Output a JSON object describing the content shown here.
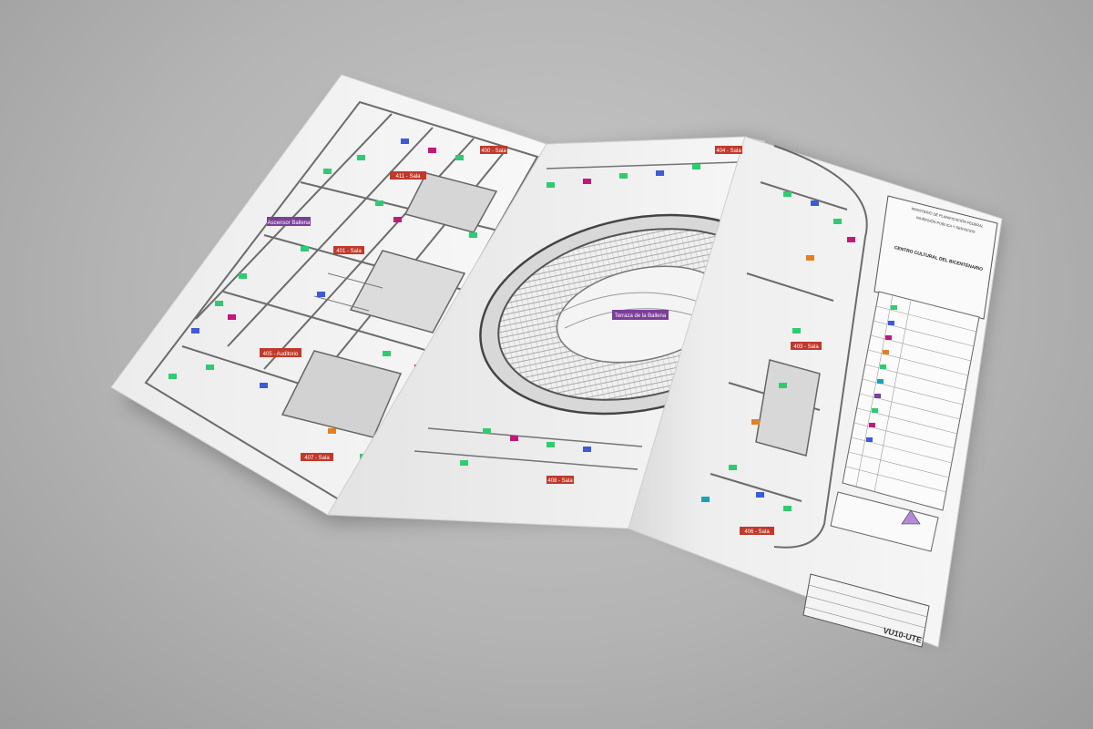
{
  "colors": {
    "background": "#b8b8b8",
    "paper": "#f3f3f3",
    "room_label_red": "#c0392b",
    "room_label_purple": "#7b3f98",
    "marker_green": "#2ecc71",
    "marker_blue": "#3b5bdb",
    "marker_magenta": "#c2187a",
    "marker_orange": "#e67e22",
    "marker_cyan": "#17a2b8"
  },
  "brochure": {
    "room_labels_red": [
      "400 - Sala",
      "411 - Sala",
      "401 - Sala",
      "405 - Auditorio",
      "407 - Sala",
      "408 - Sala",
      "404 - Sala",
      "403 - Sala",
      "406 - Sala"
    ],
    "room_labels_purple": [
      "Ascensor Ballena",
      "Terraza de la Ballena"
    ],
    "title_block": {
      "header_line1": "MINISTERIO DE PLANIFICACIÓN FEDERAL",
      "header_line2": "INVERSIÓN PÚBLICA Y SERVICIOS",
      "project_title": "CENTRO CULTURAL DEL BICENTENARIO",
      "sheet_code": "VU10-UTE"
    }
  }
}
